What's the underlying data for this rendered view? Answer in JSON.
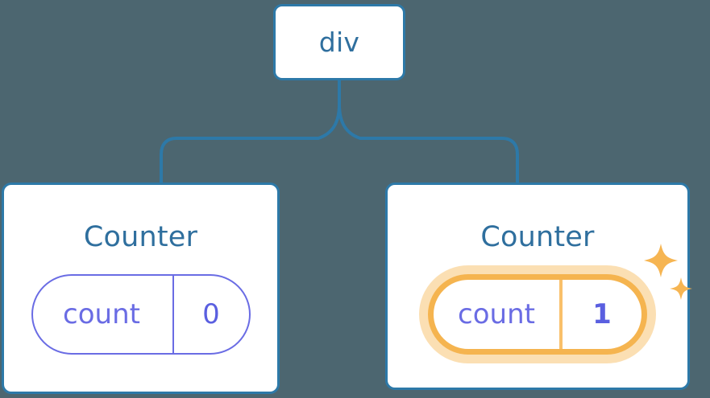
{
  "diagram": {
    "type": "component-tree",
    "background_color": "#4c6670",
    "node_border_color": "#2d79a8",
    "connector_color": "#2d79a8",
    "title_color": "#2f6f9e",
    "state_color": "#6a6ce4",
    "highlight_color": "#f5b44f",
    "highlight_glow_color": "#fbdfb3"
  },
  "root": {
    "label": "div"
  },
  "children": [
    {
      "label": "Counter",
      "state": {
        "key": "count",
        "value": "0"
      },
      "highlighted": false
    },
    {
      "label": "Counter",
      "state": {
        "key": "count",
        "value": "1"
      },
      "highlighted": true
    }
  ],
  "icons": {
    "sparkle_large": "sparkle-icon",
    "sparkle_small": "sparkle-icon"
  }
}
